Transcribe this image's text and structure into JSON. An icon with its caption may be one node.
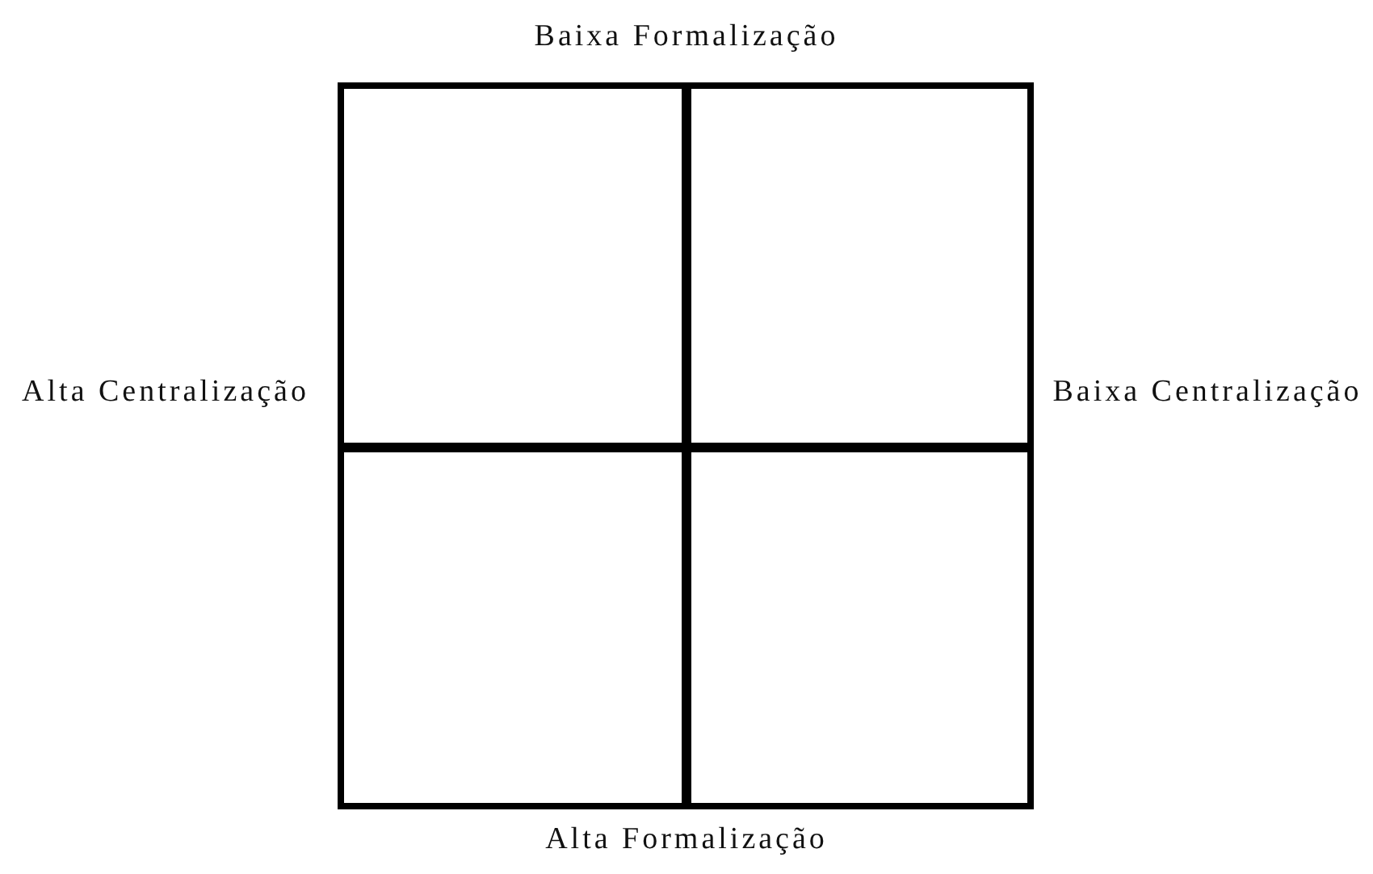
{
  "diagram": {
    "nodes": [
      {
        "text": [],
        "shape": "box"
      },
      {
        "text": [],
        "shape": "box"
      },
      {
        "text": [],
        "shape": "box"
      },
      {
        "text": [],
        "shape": "box"
      }
    ],
    "labels": [
      "Baixa Formalização",
      "Alta Centralização",
      "Baixa Centralização",
      "Alta Formalização"
    ]
  }
}
